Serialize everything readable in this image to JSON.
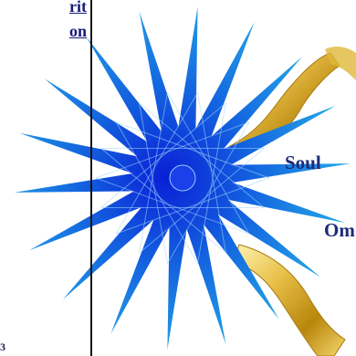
{
  "heading": {
    "line1": "rit",
    "line2": "on"
  },
  "page_number": "3",
  "labels": {
    "soul": "Soul",
    "om": "Om"
  },
  "colors": {
    "star_dark": "#0a1fd6",
    "star_light": "#29b6e8",
    "gold": "#e0b83a",
    "label_text": "#1e2a7a",
    "link_text": "#1a1a7a"
  },
  "icons": {
    "star": "blue-star-burst",
    "gold_tube_upper": "gold-tube",
    "gold_tube_lower": "gold-tube"
  }
}
